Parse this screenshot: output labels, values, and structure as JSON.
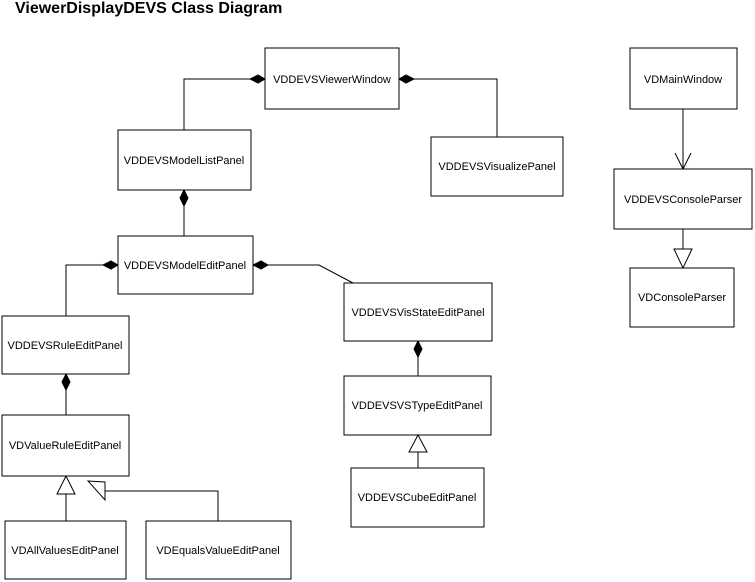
{
  "title": "ViewerDisplayDEVS Class Diagram",
  "classes": {
    "viewer_window": "VDDEVSViewerWindow",
    "model_list_panel": "VDDEVSModelListPanel",
    "visualize_panel": "VDDEVSVisualizePanel",
    "model_edit_panel": "VDDEVSModelEditPanel",
    "rule_edit_panel": "VDDEVSRuleEditPanel",
    "vis_state_edit_panel": "VDDEVSVisStateEditPanel",
    "value_rule_edit_panel": "VDValueRuleEditPanel",
    "vs_type_edit_panel": "VDDEVSVSTypeEditPanel",
    "cube_edit_panel": "VDDEVSCubeEditPanel",
    "all_values_edit_panel": "VDAllValuesEditPanel",
    "equals_value_edit_panel": "VDEqualsValueEditPanel",
    "main_window": "VDMainWindow",
    "console_parser_devs": "VDDEVSConsoleParser",
    "console_parser": "VDConsoleParser"
  }
}
